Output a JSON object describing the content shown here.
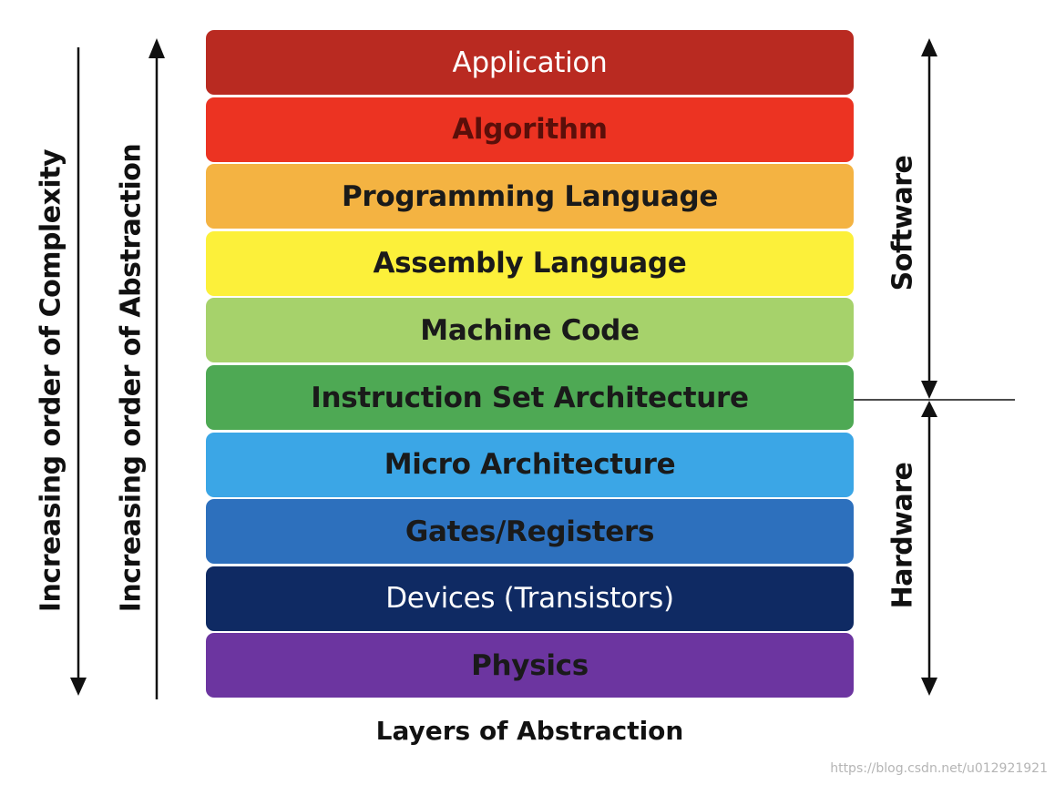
{
  "axes": {
    "complexity_label": "Increasing order of Complexity",
    "abstraction_label": "Increasing order of Abstraction",
    "software_label": "Software",
    "hardware_label": "Hardware"
  },
  "layers": [
    {
      "label": "Application",
      "color": "#b92a21",
      "text_color": "#ffffff"
    },
    {
      "label": "Algorithm",
      "color": "#ec3322",
      "text_color": "#5a0f0a"
    },
    {
      "label": "Programming Language",
      "color": "#f4b342",
      "text_color": "#1a1a1a"
    },
    {
      "label": "Assembly Language",
      "color": "#fcf03a",
      "text_color": "#1a1a1a"
    },
    {
      "label": "Machine Code",
      "color": "#a6d26b",
      "text_color": "#1a1a1a"
    },
    {
      "label": "Instruction Set Architecture",
      "color": "#4ea954",
      "text_color": "#1a1a1a"
    },
    {
      "label": "Micro Architecture",
      "color": "#3ba6e6",
      "text_color": "#1a1a1a"
    },
    {
      "label": "Gates/Registers",
      "color": "#2d70bd",
      "text_color": "#1a1a1a"
    },
    {
      "label": "Devices (Transistors)",
      "color": "#0f2a63",
      "text_color": "#ffffff"
    },
    {
      "label": "Physics",
      "color": "#6c35a0",
      "text_color": "#1a1a1a"
    }
  ],
  "caption": "Layers of Abstraction",
  "watermark": "https://blog.csdn.net/u012921921"
}
